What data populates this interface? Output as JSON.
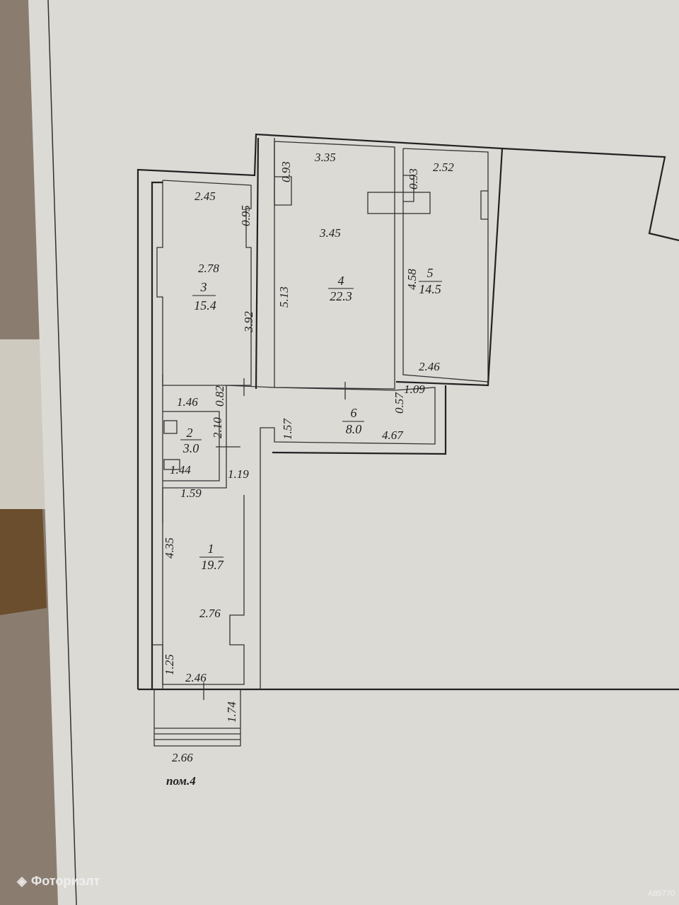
{
  "plan": {
    "caption": "пом.4",
    "rooms": [
      {
        "no": "1",
        "area": "19.7"
      },
      {
        "no": "2",
        "area": "3.0"
      },
      {
        "no": "3",
        "area": "15.4"
      },
      {
        "no": "4",
        "area": "22.3"
      },
      {
        "no": "5",
        "area": "14.5"
      },
      {
        "no": "6",
        "area": "8.0"
      }
    ],
    "dimensions": {
      "r3_top": "2.45",
      "r3_095": "0.95",
      "r3_width": "2.78",
      "r3_height": "3.92",
      "r4_093": "0.93",
      "r4_top": "3.35",
      "r4_width": "3.45",
      "r4_height": "5.13",
      "r5_093": "0.93",
      "r5_top": "2.52",
      "r5_height": "4.58",
      "r5_bottom": "2.46",
      "c_082": "0.82",
      "c_146": "1.46",
      "c_210": "2.10",
      "c_157": "1.57",
      "c_057": "0.57",
      "c_109": "1.09",
      "c_467": "4.67",
      "b_144": "1.44",
      "b_119": "1.19",
      "b_159": "1.59",
      "r1_height": "4.35",
      "r1_width": "2.76",
      "r1_125": "1.25",
      "r1_bottom": "2.46",
      "bal_174": "1.74",
      "bal_width": "2.66"
    }
  },
  "watermark": {
    "brand": "Фоториэлт",
    "code": "A85770"
  },
  "colors": {
    "paper": "#d9d7d2",
    "ink": "#222222",
    "desk": "#3a2e26"
  }
}
